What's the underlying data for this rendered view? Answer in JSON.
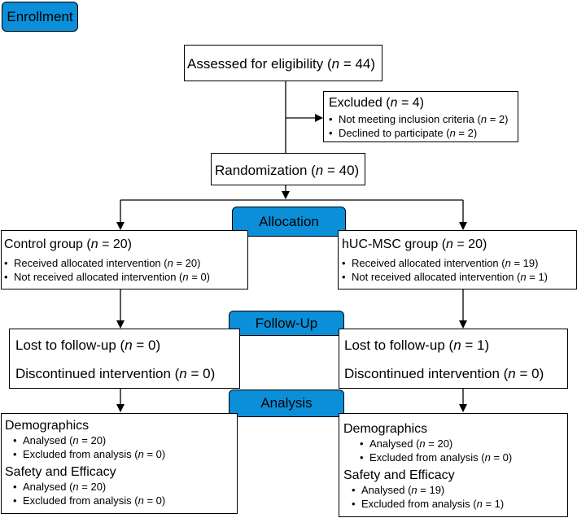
{
  "stages": {
    "enrollment": "Enrollment",
    "allocation": "Allocation",
    "follow_up": "Follow-Up",
    "analysis": "Analysis"
  },
  "assessed": {
    "label": "Assessed for eligibility (",
    "n": "n",
    "value": " = 44)"
  },
  "excluded": {
    "title": {
      "label": "Excluded (",
      "n": "n",
      "value": " = 4)"
    },
    "items": [
      {
        "bullet": "•",
        "label": "Not meeting inclusion criteria (",
        "n": "n",
        "value": " = 2)"
      },
      {
        "bullet": "•",
        "label": "Declined to participate (",
        "n": "n",
        "value": " = 2)"
      }
    ]
  },
  "randomization": {
    "label": "Randomization (",
    "n": "n",
    "value": " = 40)"
  },
  "control_alloc": {
    "title": {
      "label": "Control group (",
      "n": "n",
      "value": " = 20)"
    },
    "items": [
      {
        "bullet": "•",
        "label": "Received allocated intervention (",
        "n": "n",
        "value": " = 20)"
      },
      {
        "bullet": "•",
        "label": "Not received allocated intervention (",
        "n": "n",
        "value": " = 0)"
      }
    ]
  },
  "msc_alloc": {
    "title": {
      "label": "hUC-MSC group (",
      "n": "n",
      "value": " = 20)"
    },
    "items": [
      {
        "bullet": "•",
        "label": "Received allocated intervention (",
        "n": "n",
        "value": " = 19)"
      },
      {
        "bullet": "•",
        "label": "Not received allocated intervention (",
        "n": "n",
        "value": " = 1)"
      }
    ]
  },
  "control_follow": {
    "lost": {
      "label": "Lost to follow-up (",
      "n": "n",
      "value": " = 0)"
    },
    "disc": {
      "label": "Discontinued intervention (",
      "n": "n",
      "value": " = 0)"
    }
  },
  "msc_follow": {
    "lost": {
      "label": "Lost to follow-up (",
      "n": "n",
      "value": " = 1)"
    },
    "disc": {
      "label": "Discontinued intervention (",
      "n": "n",
      "value": " = 0)"
    }
  },
  "control_analysis": {
    "demo_title": "Demographics",
    "demo_items": [
      {
        "bullet": "•",
        "label": "Analysed (",
        "n": "n",
        "value": " = 20)"
      },
      {
        "bullet": "•",
        "label": "Excluded from analysis (",
        "n": "n",
        "value": " = 0)"
      }
    ],
    "safety_title": "Safety and Efficacy",
    "safety_items": [
      {
        "bullet": "•",
        "label": "Analysed (",
        "n": "n",
        "value": " = 20)"
      },
      {
        "bullet": "•",
        "label": "Excluded from analysis (",
        "n": "n",
        "value": " = 0)"
      }
    ]
  },
  "msc_analysis": {
    "demo_title": "Demographics",
    "demo_items": [
      {
        "bullet": "•",
        "label": "Analysed (",
        "n": "n",
        "value": " = 20)"
      },
      {
        "bullet": "•",
        "label": "Excluded from analysis (",
        "n": "n",
        "value": " = 0)"
      }
    ],
    "safety_title": "Safety and Efficacy",
    "safety_items": [
      {
        "bullet": "•",
        "label": "Analysed (",
        "n": "n",
        "value": " = 19)"
      },
      {
        "bullet": "•",
        "label": "Excluded from analysis (",
        "n": "n",
        "value": " = 1)"
      }
    ]
  },
  "colors": {
    "stage_fill": "#0a8fd8",
    "stroke": "#000000"
  }
}
